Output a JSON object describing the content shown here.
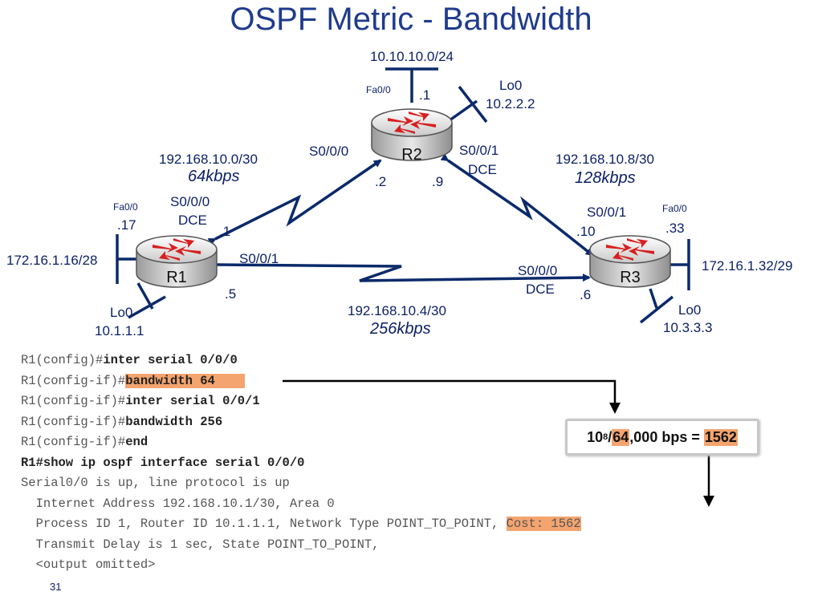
{
  "title": "OSPF Metric - Bandwidth",
  "colors": {
    "link": "#0b2a6b",
    "label": "#0b1f66",
    "highlight": "#f4a46e",
    "arrow_red": "#d71f1f"
  },
  "routers": {
    "r1": {
      "name": "R1",
      "lan": "172.16.1.16/28",
      "lan_if": "Fa0/0",
      "lan_host": ".17",
      "lo_if": "Lo0",
      "lo_addr": "10.1.1.1",
      "s000_if": "S0/0/0",
      "s000_dce": "DCE",
      "s000_host": ".1",
      "s001_if": "S0/0/1",
      "s001_host": ".5"
    },
    "r2": {
      "name": "R2",
      "lan": "10.10.10.0/24",
      "lan_if": "Fa0/0",
      "lan_host": ".1",
      "lo_if": "Lo0",
      "lo_addr": "10.2.2.2",
      "s000_if": "S0/0/0",
      "s000_host": ".2",
      "s001_if": "S0/0/1",
      "s001_dce": "DCE",
      "s001_host": ".9"
    },
    "r3": {
      "name": "R3",
      "lan": "172.16.1.32/29",
      "lan_if": "Fa0/0",
      "lan_host": ".33",
      "lo_if": "Lo0",
      "lo_addr": "10.3.3.3",
      "s001_if": "S0/0/1",
      "s001_host": ".10",
      "s000_if": "S0/0/0",
      "s000_dce": "DCE",
      "s000_host": ".6"
    }
  },
  "links": {
    "r1_r2": {
      "network": "192.168.10.0/30",
      "speed": "64kbps"
    },
    "r2_r3": {
      "network": "192.168.10.8/30",
      "speed": "128kbps"
    },
    "r1_r3": {
      "network": "192.168.10.4/30",
      "speed": "256kbps"
    }
  },
  "cli": {
    "l1_prompt": "R1(config)#",
    "l1_cmd": "inter serial 0/0/0",
    "l2_prompt": "R1(config-if)#",
    "l2_cmd": "bandwidth 64",
    "l3_prompt": "R1(config-if)#",
    "l3_cmd": "inter serial 0/0/1",
    "l4_prompt": "R1(config-if)#",
    "l4_cmd": "bandwidth 256",
    "l5_prompt": "R1(config-if)#",
    "l5_cmd": "end",
    "l6_prompt": "R1#",
    "l6_cmd": "show ip ospf interface serial 0/0/0",
    "l7": "Serial0/0 is up, line protocol is up",
    "l8": "  Internet Address 192.168.10.1/30, Area 0",
    "l9_text": "  Process ID 1, Router ID 10.1.1.1, Network Type POINT_TO_POINT, ",
    "l9_cost": "Cost: 1562",
    "l10": "  Transmit Delay is 1 sec, State POINT_TO_POINT,",
    "l11": "  <output omitted>"
  },
  "calc": {
    "base": "10",
    "exp": "8",
    "slash": "/",
    "bw_hl": "64",
    "bw_rest": ",000 bps = ",
    "result": "1562"
  },
  "page_number": "31"
}
